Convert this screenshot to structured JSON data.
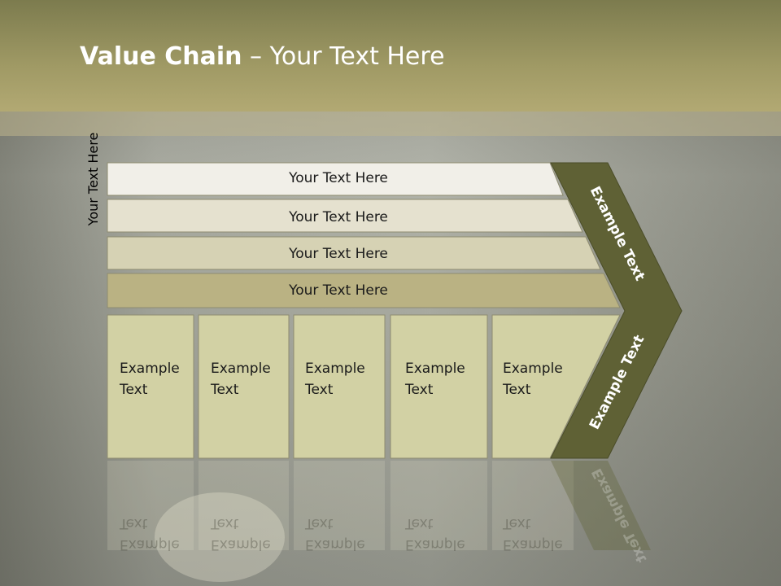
{
  "slide": {
    "title_bold": "Value Chain",
    "title_rest": " – Your Text Here",
    "side_label": "Your Text Here"
  },
  "bars": [
    {
      "label": "Your Text Here",
      "color": "#f1efe8"
    },
    {
      "label": "Your Text Here",
      "color": "#e5e1cf"
    },
    {
      "label": "Your Text Here",
      "color": "#d6d2b4"
    },
    {
      "label": "Your Text Here",
      "color": "#bab283"
    }
  ],
  "boxes": [
    {
      "line1": "Example",
      "line2": "Text"
    },
    {
      "line1": "Example",
      "line2": "Text"
    },
    {
      "line1": "Example",
      "line2": "Text"
    },
    {
      "line1": "Example",
      "line2": "Text"
    },
    {
      "line1": "Example",
      "line2": "Text"
    }
  ],
  "chevron": {
    "upper_label": "Example Text",
    "lower_label": "Example Text",
    "color": "#5f6135"
  },
  "colors": {
    "header": "#a09a65",
    "box_fill": "#d2d1a4"
  }
}
